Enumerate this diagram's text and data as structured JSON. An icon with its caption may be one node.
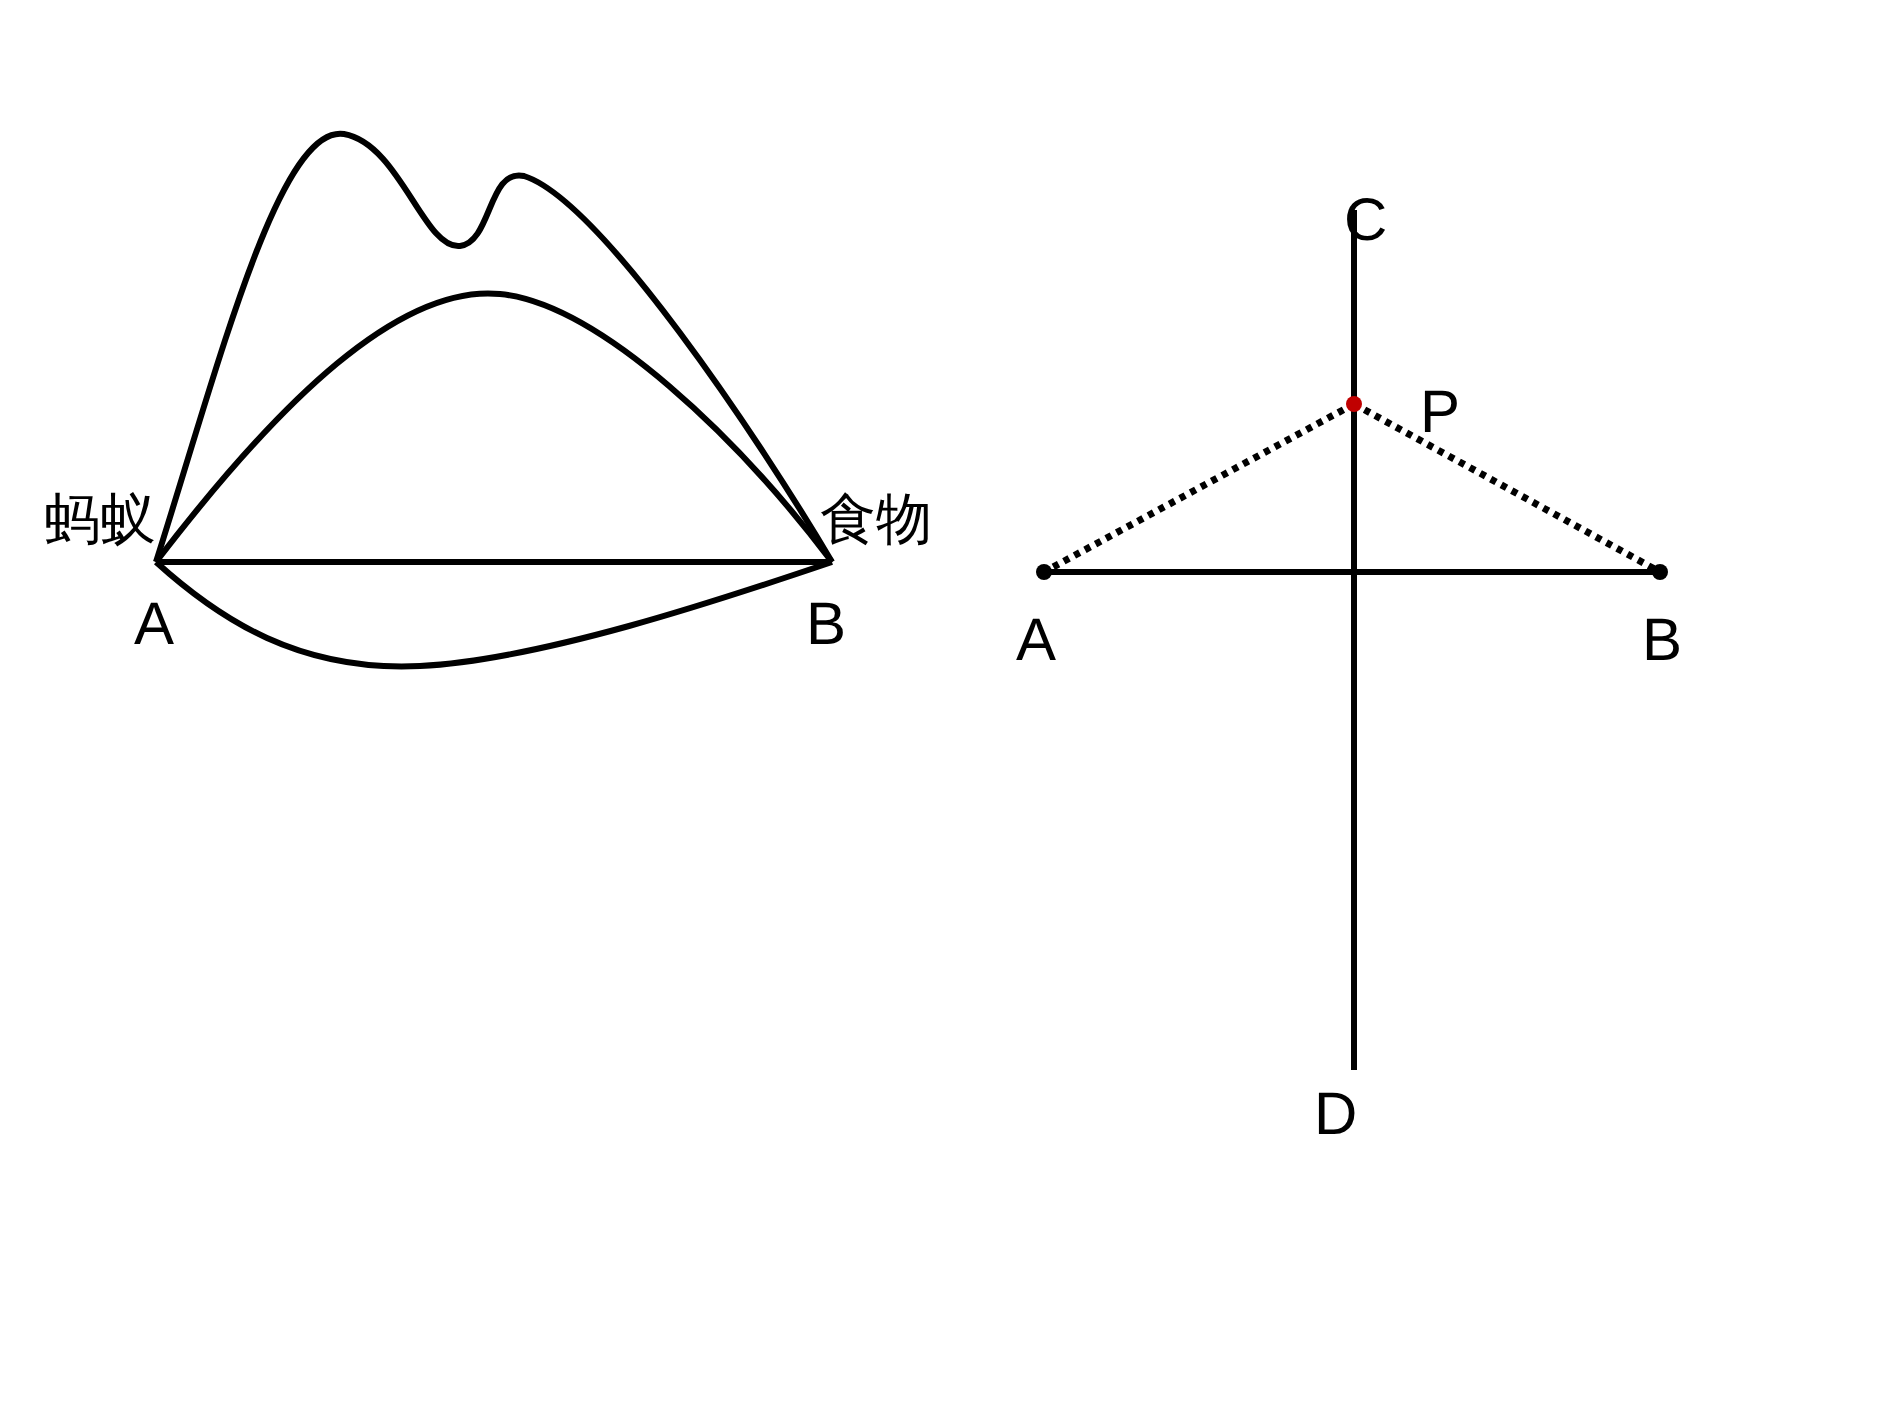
{
  "diagram": {
    "nodes": [
      {
        "text": [
          "A"
        ],
        "beside": [
          "蚂蚁"
        ]
      },
      {
        "text": [
          "B"
        ],
        "beside": [
          "食物"
        ]
      },
      {
        "text": [
          "A"
        ]
      },
      {
        "text": [
          "B"
        ]
      },
      {
        "text": [
          "C"
        ]
      },
      {
        "text": [
          "D"
        ]
      },
      {
        "text": [
          "P"
        ]
      }
    ],
    "edges": [
      {
        "from": 0,
        "to": 1,
        "arrow": "none"
      },
      {
        "from": 0,
        "to": 1,
        "arrow": "none"
      },
      {
        "from": 0,
        "to": 1,
        "arrow": "none"
      },
      {
        "from": 0,
        "to": 1,
        "arrow": "none"
      },
      {
        "from": 2,
        "to": 3,
        "arrow": "none"
      },
      {
        "from": 4,
        "to": 5,
        "arrow": "none"
      },
      {
        "from": 6,
        "to": 2,
        "arrow": "none",
        "style": "dashed"
      },
      {
        "from": 6,
        "to": 3,
        "arrow": "none",
        "style": "dashed"
      }
    ]
  }
}
